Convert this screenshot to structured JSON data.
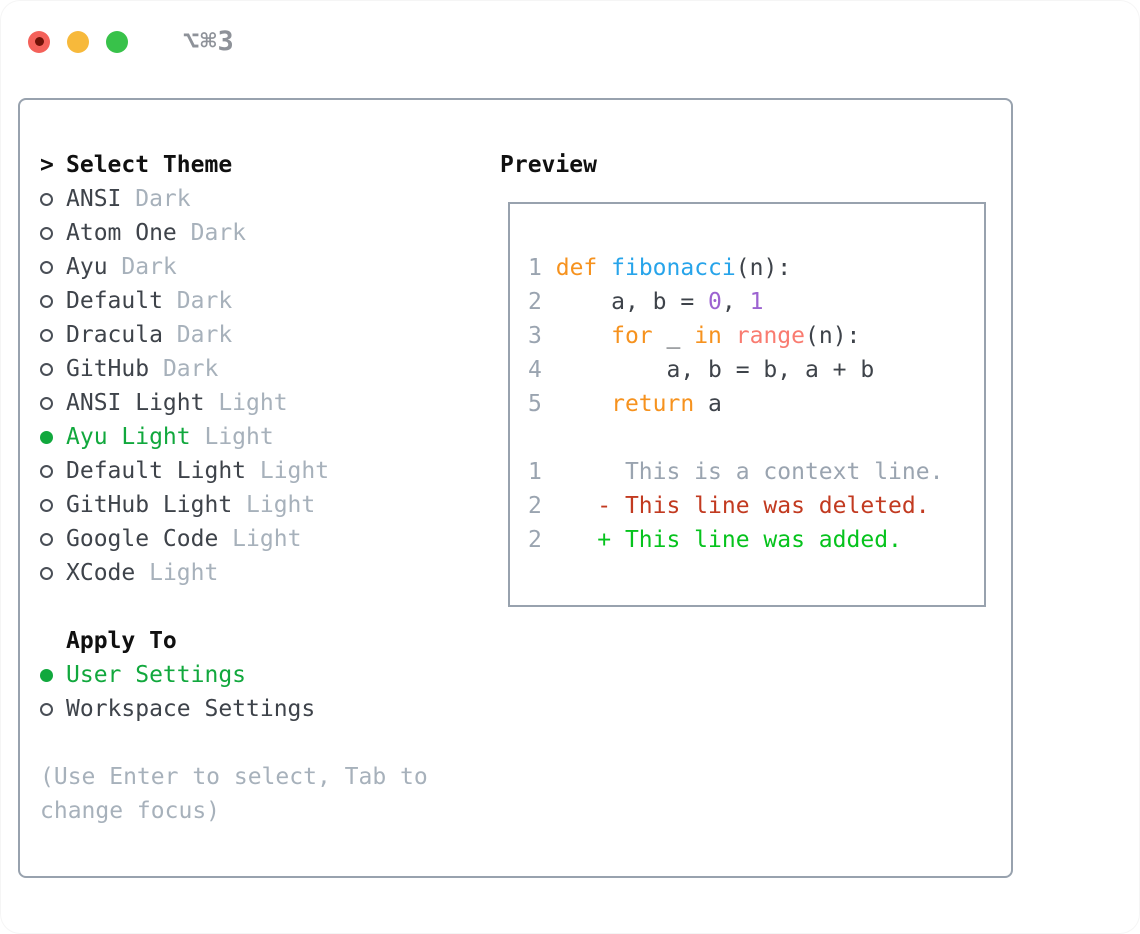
{
  "window": {
    "title": "⌥⌘3"
  },
  "theme_picker": {
    "header_marker": ">",
    "header": "Select Theme",
    "items": [
      {
        "name": "ANSI",
        "variant": "Dark",
        "selected": false
      },
      {
        "name": "Atom One",
        "variant": "Dark",
        "selected": false
      },
      {
        "name": "Ayu",
        "variant": "Dark",
        "selected": false
      },
      {
        "name": "Default",
        "variant": "Dark",
        "selected": false
      },
      {
        "name": "Dracula",
        "variant": "Dark",
        "selected": false
      },
      {
        "name": "GitHub",
        "variant": "Dark",
        "selected": false
      },
      {
        "name": "ANSI Light",
        "variant": "Light",
        "selected": false
      },
      {
        "name": "Ayu Light",
        "variant": "Light",
        "selected": true
      },
      {
        "name": "Default Light",
        "variant": "Light",
        "selected": false
      },
      {
        "name": "GitHub Light",
        "variant": "Light",
        "selected": false
      },
      {
        "name": "Google Code",
        "variant": "Light",
        "selected": false
      },
      {
        "name": "XCode",
        "variant": "Light",
        "selected": false
      }
    ]
  },
  "apply_to": {
    "header": "Apply To",
    "options": [
      {
        "label": "User Settings",
        "selected": true
      },
      {
        "label": "Workspace Settings",
        "selected": false
      }
    ]
  },
  "hint": "(Use Enter to select, Tab to change focus)",
  "preview": {
    "header": "Preview",
    "lines": [
      {
        "tokens": [
          [
            "ln",
            "1"
          ],
          [
            "pl",
            " "
          ],
          [
            "kw",
            "def"
          ],
          [
            "pl",
            " "
          ],
          [
            "fn",
            "fibonacci"
          ],
          [
            "pl",
            "(n):"
          ]
        ]
      },
      {
        "tokens": [
          [
            "ln",
            "2"
          ],
          [
            "pl",
            "     a, b = "
          ],
          [
            "num",
            "0"
          ],
          [
            "pl",
            ", "
          ],
          [
            "num",
            "1"
          ]
        ]
      },
      {
        "tokens": [
          [
            "ln",
            "3"
          ],
          [
            "pl",
            "     "
          ],
          [
            "kw",
            "for"
          ],
          [
            "pl",
            " _ "
          ],
          [
            "kw",
            "in"
          ],
          [
            "pl",
            " "
          ],
          [
            "bi",
            "range"
          ],
          [
            "pl",
            "(n):"
          ]
        ]
      },
      {
        "tokens": [
          [
            "ln",
            "4"
          ],
          [
            "pl",
            "         a, b = b, a + b"
          ]
        ]
      },
      {
        "tokens": [
          [
            "ln",
            "5"
          ],
          [
            "pl",
            "     "
          ],
          [
            "kw",
            "return"
          ],
          [
            "pl",
            " a"
          ]
        ]
      },
      {
        "tokens": []
      },
      {
        "tokens": [
          [
            "ln",
            "1"
          ],
          [
            "ctx",
            "      This is a context line."
          ]
        ]
      },
      {
        "tokens": [
          [
            "ln",
            "2"
          ],
          [
            "pl",
            "    "
          ],
          [
            "del",
            "- This line was deleted."
          ]
        ]
      },
      {
        "tokens": [
          [
            "ln",
            "2"
          ],
          [
            "pl",
            "    "
          ],
          [
            "add",
            "+ This line was added."
          ]
        ]
      }
    ]
  },
  "colors": {
    "accent-green": "#11A83D",
    "item-text": "#3E434A",
    "muted-text": "#A7B1BB",
    "header-text": "#101010",
    "line-number": "#9AA4B0",
    "keyword-orange": "#F6921E",
    "function-blue": "#27A4EA",
    "builtin-coral": "#F97B70",
    "number-purple": "#9C63D1",
    "diff-deleted-red": "#C23A20",
    "diff-added-green": "#06C31D",
    "panel-border": "#98A2AE",
    "titlebar-text": "#8E9299",
    "traffic-red": "#F4615A",
    "traffic-red-dot": "#701208",
    "traffic-yellow": "#F7B93B",
    "traffic-green": "#38C24A"
  }
}
